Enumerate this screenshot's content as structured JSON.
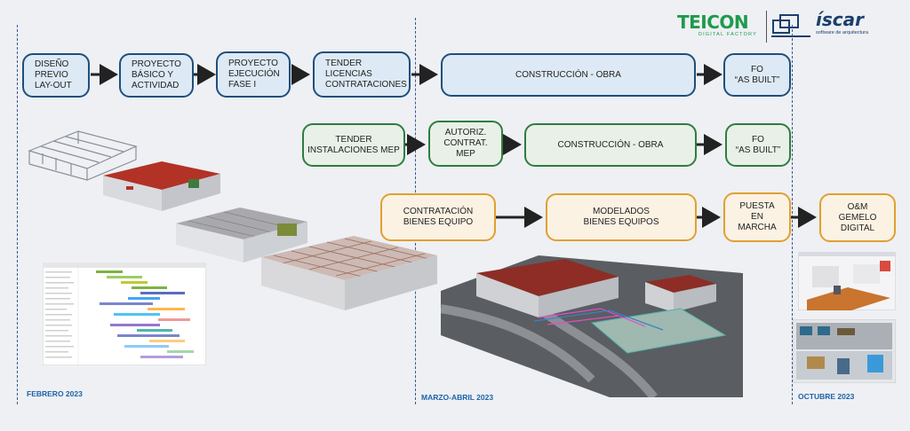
{
  "logos": {
    "teicon": "TEICON",
    "teicon_sub": "DIGITAL FACTORY",
    "iscar": "íscar",
    "iscar_sub": "software de arquitectura"
  },
  "row1": [
    "DISEÑO\nPREVIO\nLAY-OUT",
    "PROYECTO\nBÁSICO Y\nACTIVIDAD",
    "PROYECTO\nEJECUCIÓN\nFASE I",
    "TENDER\nLICENCIAS\nCONTRATACIONES",
    "CONSTRUCCIÓN - OBRA",
    "FO\n“AS BUILT”"
  ],
  "row2": [
    "TENDER\nINSTALACIONES MEP",
    "AUTORIZ.\nCONTRAT.\nMEP",
    "CONSTRUCCIÓN - OBRA",
    "FO\n“AS BUILT”"
  ],
  "row3": [
    "CONTRATACIÓN\nBIENES EQUIPO",
    "MODELADOS\nBIENES EQUIPOS",
    "PUESTA\nEN\nMARCHA",
    "O&M\nGEMELO\nDIGITAL"
  ],
  "dates": [
    "FEBRERO 2023",
    "MARZO-ABRIL 2023",
    "OCTUBRE 2023"
  ],
  "colors": {
    "blue": "#1e4f7c",
    "green": "#2e7d3d",
    "orange": "#e0a030",
    "date": "#1d63a6"
  }
}
